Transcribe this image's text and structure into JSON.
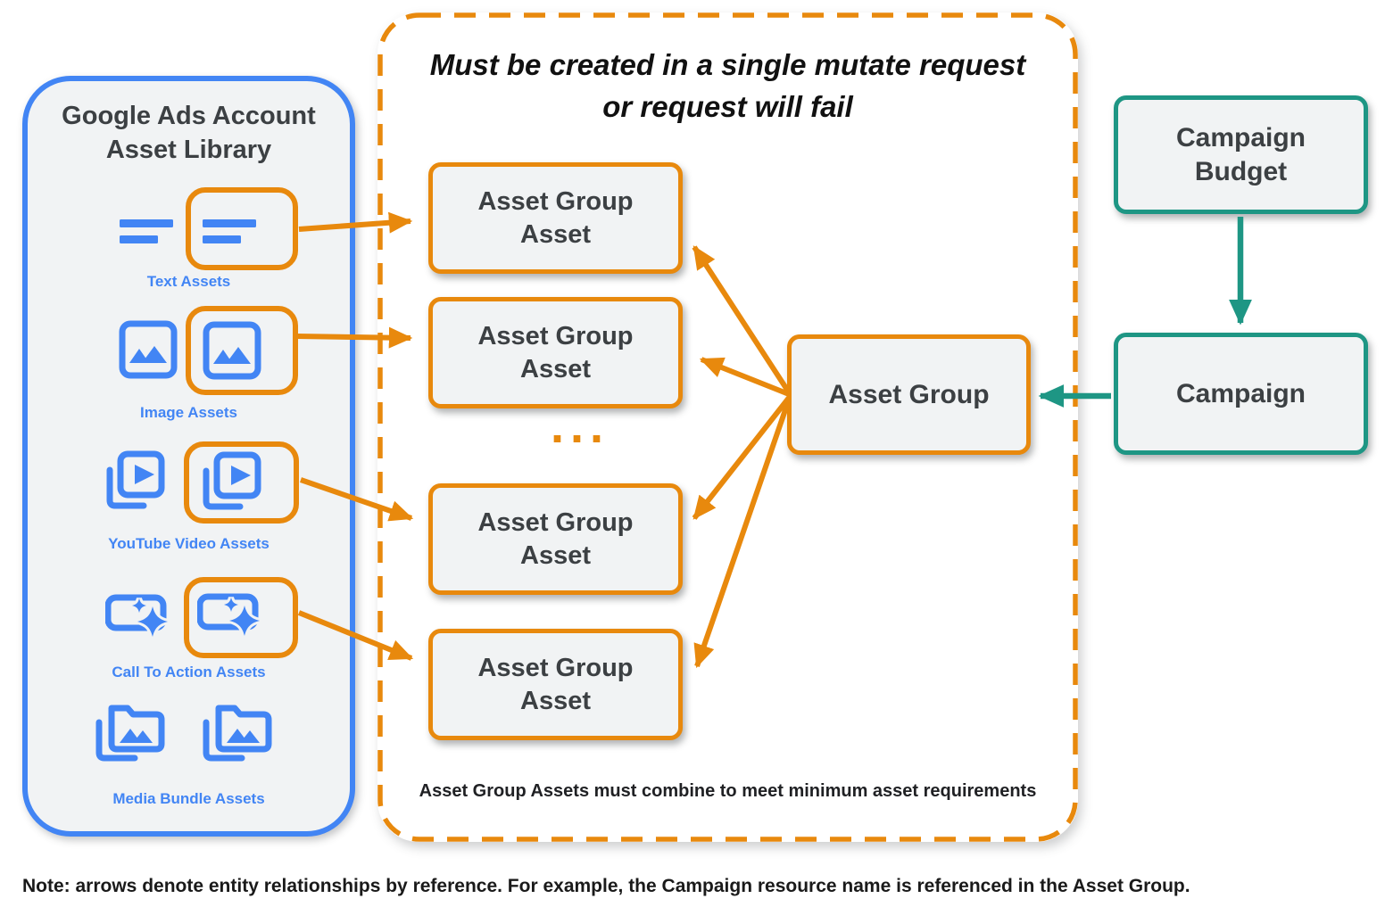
{
  "library": {
    "title": "Google Ads Account\nAsset Library",
    "items": [
      {
        "label": "Text Assets",
        "icon": "text-asset-icon"
      },
      {
        "label": "Image Assets",
        "icon": "image-asset-icon"
      },
      {
        "label": "YouTube Video  Assets",
        "icon": "youtube-video-asset-icon"
      },
      {
        "label": "Call To Action Assets",
        "icon": "call-to-action-asset-icon"
      },
      {
        "label": "Media Bundle  Assets",
        "icon": "media-bundle-asset-icon"
      }
    ]
  },
  "mutate_box": {
    "title": "Must be created in a single mutate request\nor request will fail",
    "boxes": [
      {
        "label": "Asset Group\nAsset"
      },
      {
        "label": "Asset Group\nAsset"
      },
      {
        "label": "Asset Group\nAsset"
      },
      {
        "label": "Asset Group\nAsset"
      }
    ],
    "ellipsis": "...",
    "caption": "Asset Group Assets must combine to meet minimum asset requirements"
  },
  "entities": {
    "asset_group": "Asset Group",
    "campaign_budget": "Campaign\nBudget",
    "campaign": "Campaign"
  },
  "note": "Note: arrows denote entity relationships by reference. For example, the Campaign resource name is referenced in the Asset Group.",
  "colors": {
    "orange": "#E8890D",
    "blue": "#4285F4",
    "teal": "#1E9684",
    "panel_fill": "#F1F3F4",
    "text_dark": "#3C4043"
  }
}
